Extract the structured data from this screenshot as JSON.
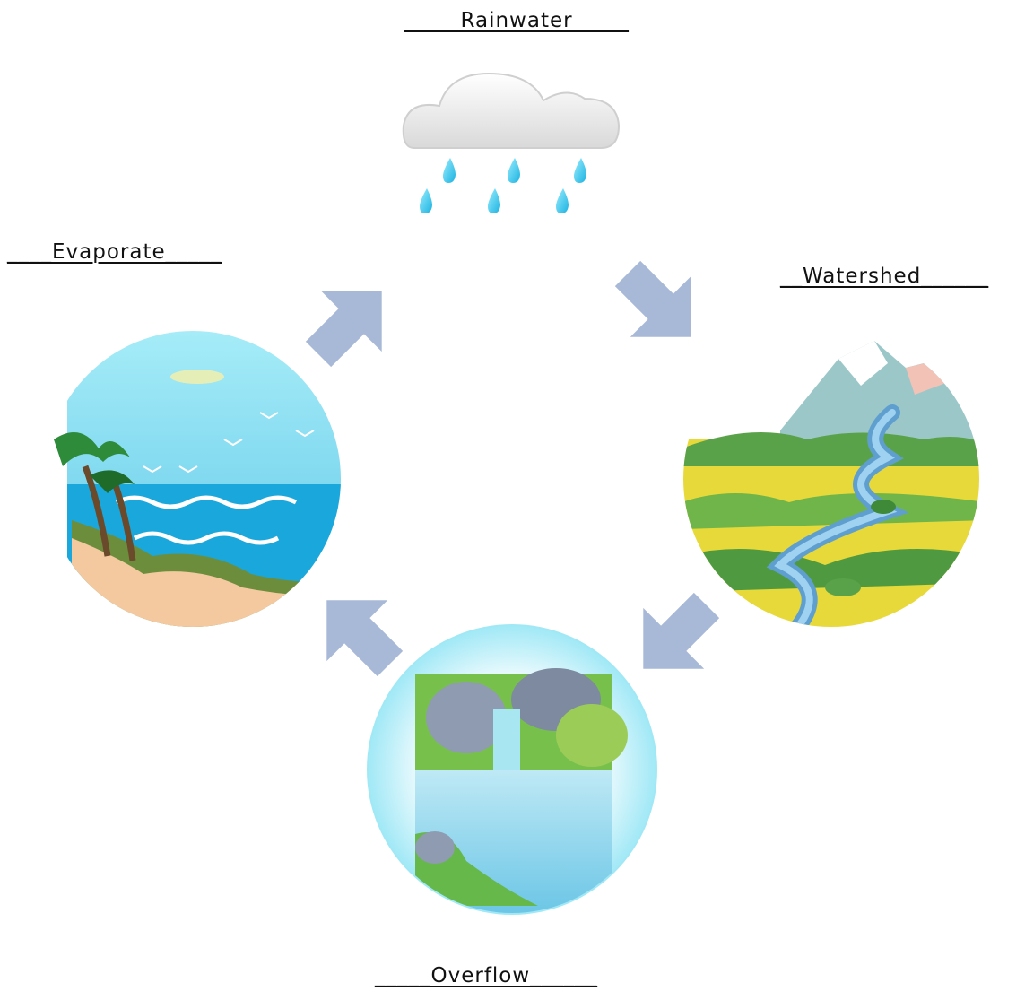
{
  "stages": {
    "rainwater": {
      "label": "_____Rainwater_____",
      "icon": "rain-cloud-icon"
    },
    "watershed": {
      "label": "__Watershed______",
      "icon": "mountain-river-landscape"
    },
    "overflow": {
      "label": "_____Overflow______",
      "icon": "waterfall-pond-landscape"
    },
    "evaporate": {
      "label": "____Evaporate_____",
      "icon": "beach-ocean-landscape"
    }
  },
  "colors": {
    "arrow": "#a8b9d8",
    "sky": "#8ee0f2",
    "ocean": "#1aa8dc",
    "sand": "#f4c9a0",
    "raindrop": "#29c4ec"
  }
}
